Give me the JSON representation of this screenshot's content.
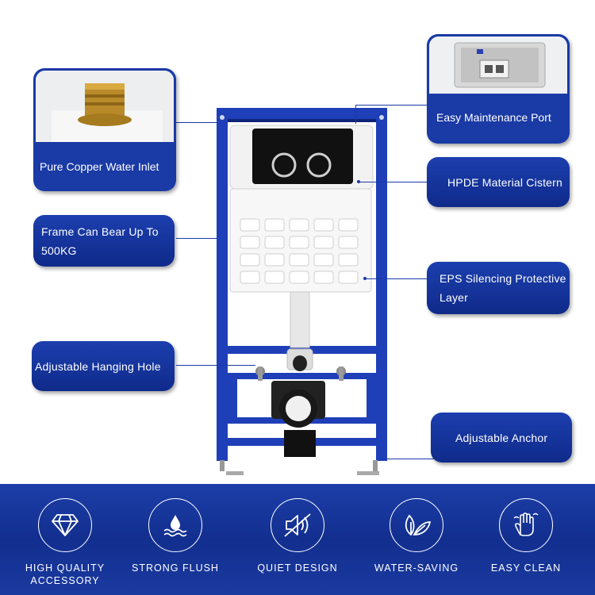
{
  "labels": {
    "copper": "Pure Copper Water Inlet",
    "frame_line1": "Frame Can Bear Up To",
    "frame_line2": "500KG",
    "hanging": "Adjustable Hanging Hole",
    "maintenance": "Easy Maintenance Port",
    "cistern": "HPDE Material Cistern",
    "eps_line1": "EPS Silencing Protective",
    "eps_line2": "Layer",
    "anchor": "Adjustable Anchor"
  },
  "features": [
    {
      "label_line1": "HIGH QUALITY",
      "label_line2": "ACCESSORY",
      "icon": "diamond-icon"
    },
    {
      "label_line1": "STRONG FLUSH",
      "label_line2": "",
      "icon": "water-drop-icon"
    },
    {
      "label_line1": "QUIET DESIGN",
      "label_line2": "",
      "icon": "mute-speaker-icon"
    },
    {
      "label_line1": "WATER-SAVING",
      "label_line2": "",
      "icon": "leaf-icon"
    },
    {
      "label_line1": "EASY CLEAN",
      "label_line2": "",
      "icon": "hand-icon"
    }
  ],
  "colors": {
    "brand_blue": "#1a3aa5",
    "frame_blue": "#1f3fb8",
    "footer_blue": "#142f94"
  }
}
